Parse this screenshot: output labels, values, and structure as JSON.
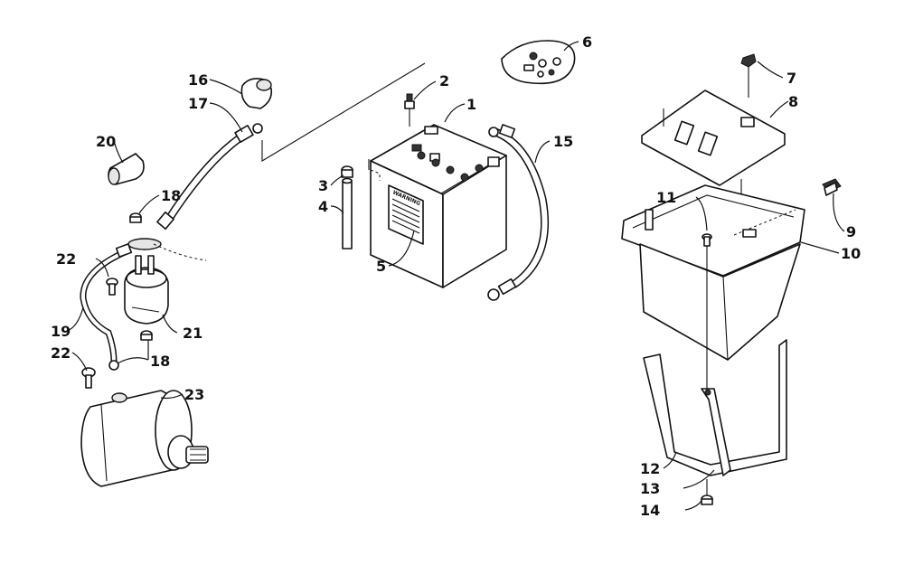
{
  "diagram": {
    "warning_label": "WARNING",
    "callouts": [
      {
        "id": "c1",
        "text": "1"
      },
      {
        "id": "c2",
        "text": "2"
      },
      {
        "id": "c3",
        "text": "3"
      },
      {
        "id": "c4",
        "text": "4"
      },
      {
        "id": "c5",
        "text": "5"
      },
      {
        "id": "c6",
        "text": "6"
      },
      {
        "id": "c7",
        "text": "7"
      },
      {
        "id": "c8",
        "text": "8"
      },
      {
        "id": "c9",
        "text": "9"
      },
      {
        "id": "c10",
        "text": "10"
      },
      {
        "id": "c11",
        "text": "11"
      },
      {
        "id": "c12",
        "text": "12"
      },
      {
        "id": "c13",
        "text": "13"
      },
      {
        "id": "c14",
        "text": "14"
      },
      {
        "id": "c15",
        "text": "15"
      },
      {
        "id": "c16",
        "text": "16"
      },
      {
        "id": "c17",
        "text": "17"
      },
      {
        "id": "c18a",
        "text": "18"
      },
      {
        "id": "c18b",
        "text": "18"
      },
      {
        "id": "c19",
        "text": "19"
      },
      {
        "id": "c20",
        "text": "20"
      },
      {
        "id": "c21",
        "text": "21"
      },
      {
        "id": "c22a",
        "text": "22"
      },
      {
        "id": "c22b",
        "text": "22"
      },
      {
        "id": "c23",
        "text": "23"
      }
    ]
  }
}
